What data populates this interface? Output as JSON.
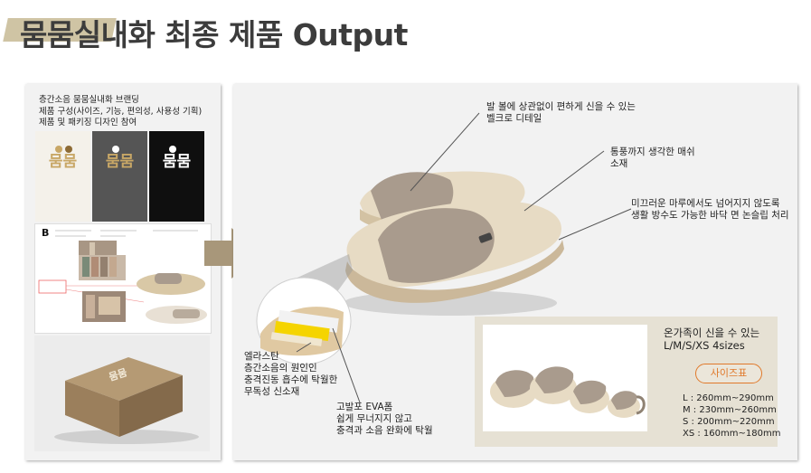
{
  "page": {
    "title": "뭄뭄실내화 최종 제품 Output"
  },
  "left_panel": {
    "description": [
      "층간소음 뭄뭄실내화 브랜딩",
      "제품 구성(사이즈, 기능, 편의성, 사용성 기획)",
      "제품 및 패키징 디자인 참여"
    ],
    "brand_cards": [
      {
        "word": "뭄뭄",
        "background": "#f4f1ea",
        "text_color": "#c8a766"
      },
      {
        "word": "뭄뭄",
        "background": "#555555",
        "text_color": "#c8a766"
      },
      {
        "word": "뭄뭄",
        "background": "#0f0f0f",
        "text_color": "#ffffff"
      }
    ],
    "doc_letter": "B",
    "box_text": "뭄뭄"
  },
  "callouts": {
    "velcro": [
      "발 볼에 상관없이 편하게 신을 수 있는",
      "벨크로 디테일"
    ],
    "mesh": [
      "통풍까지 생각한 매쉬",
      "소재"
    ],
    "nonslip": [
      "미끄러운 마루에서도 넘어지지 않도록",
      "생활 방수도 가능한 바닥 면 논슬립 처리"
    ],
    "elastane": [
      "엘라스탄",
      "층간소음의 원인인",
      "충격진동 흡수에 탁월한",
      "무독성 신소재"
    ],
    "eva": [
      "고발포 EVA폼",
      "쉽게 무너지지 않고",
      "충격과 소음 완화에 탁월"
    ]
  },
  "size_box": {
    "title": [
      "온가족이 신을 수 있는",
      "L/M/S/XS 4sizes"
    ],
    "button": "사이즈표",
    "sizes": [
      "L : 260mm~290mm",
      "M : 230mm~260mm",
      "S : 200mm~220mm",
      "XS : 160mm~180mm"
    ]
  },
  "colors": {
    "accent": "#e0792a",
    "arrow": "#a8977a",
    "title_bar": "#cfc4a4",
    "slipper": "#a99b8d",
    "sole": "#e7dbc4"
  }
}
